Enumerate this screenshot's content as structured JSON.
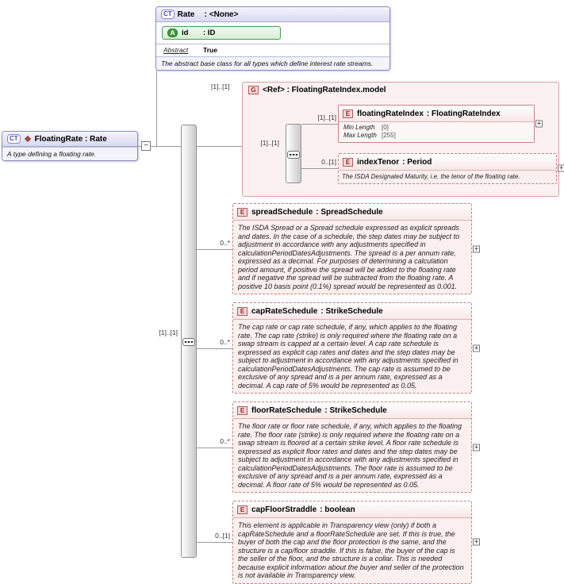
{
  "icons": {
    "plus": "+",
    "minus": "−"
  },
  "colors": {
    "complex_type_border": "#8b8bc4",
    "complex_type_header": "#d9d9f2",
    "attribute_fill": "#d5eed5",
    "attribute_border": "#4f9b4f",
    "element_border": "#c58383",
    "element_fill": "#fcefef",
    "group_fill": "#fcf1f1",
    "connector_line": "#9a9a9a"
  },
  "diagram": {
    "base_type": {
      "badge": "CT",
      "name": "Rate",
      "supertype": ": <None>",
      "attribute": {
        "badge": "A",
        "name": "id",
        "type": ": ID"
      },
      "facets": {
        "abstract_label": "Abstract",
        "abstract_value": "True"
      },
      "annotation": "The abstract base class for all types which define interest rate streams."
    },
    "derived_type": {
      "badge": "CT",
      "name": "FloatingRate",
      "supertype": ": Rate",
      "annotation": "A type defining a floating rate."
    },
    "sequence_occurrence": "[1]..[1]",
    "group": {
      "badge": "G",
      "title": "<Ref> : FloatingRateIndex.model",
      "occurrence": "[1]..[1]",
      "sequence_occurrence": "[1]..[1]",
      "children": [
        {
          "badge": "E",
          "name": "floatingRateIndex",
          "type": ": FloatingRateIndex",
          "occurrence": "[1]..[1]",
          "facets": [
            {
              "label": "Min Length",
              "value": "[0]"
            },
            {
              "label": "Max Length",
              "value": "[255]"
            }
          ]
        },
        {
          "badge": "E",
          "name": "indexTenor",
          "type": ": Period",
          "occurrence": "0..[1]",
          "annotation": "The ISDA Designated Maturity, i.e. the tenor of the floating rate."
        }
      ]
    },
    "elements": [
      {
        "badge": "E",
        "name": "spreadSchedule",
        "type": ": SpreadSchedule",
        "occurrence": "0..*",
        "annotation": "The ISDA Spread or a Spread schedule expressed as explicit spreads and dates. In the case of a schedule, the step dates may be subject to adjustment in accordance with any adjustments specified in calculationPeriodDatesAdjustments. The spread is a per annum rate, expressed as a decimal. For purposes of determining a calculation period amount, if positive the spread will be added to the floating rate and if negative the spread will be subtracted from the floating rate. A positive 10 basis point (0.1%) spread would be represented as 0.001."
      },
      {
        "badge": "E",
        "name": "capRateSchedule",
        "type": ": StrikeSchedule",
        "occurrence": "0..*",
        "annotation": "The cap rate or cap rate schedule, if any, which applies to the floating rate. The cap rate (strike) is only required where the floating rate on a swap stream is capped at a certain level. A cap rate schedule is expressed as explicit cap rates and dates and the step dates may be subject to adjustment in accordance with any adjustments specified in calculationPeriodDatesAdjustments. The cap rate is assumed to be exclusive of any spread and is a per annum rate, expressed as a decimal. A cap rate of 5% would be represented as 0.05."
      },
      {
        "badge": "E",
        "name": "floorRateSchedule",
        "type": ": StrikeSchedule",
        "occurrence": "0..*",
        "annotation": "The floor rate or floor rate schedule, if any, which applies to the floating rate. The floor rate (strike) is only required where the floating rate on a swap stream is floored at a certain strike level. A floor rate schedule is expressed as explicit floor rates and dates and the step dates may be subject to adjustment in accordance with any adjustments specified in calculationPeriodDatesAdjustments. The floor rate is assumed to be exclusive of any spread and is a per annum rate, expressed as a decimal. A floor rate of 5% would be represented as 0.05."
      },
      {
        "badge": "E",
        "name": "capFloorStraddle",
        "type": ": boolean",
        "occurrence": "0..[1]",
        "annotation": "This element is applicable in Transparency view (only) if both a capRateSchedule and a floorRateSchedule are set. If this is true, the buyer of both the cap and the floor protection is the same, and the structure is a cap/floor straddle. If this is false, the buyer of the cap is the seller of the floor, and the structure is a collar. This is needed because explicit information about the buyer and seller of the protection is not available in Transparency view."
      }
    ]
  }
}
